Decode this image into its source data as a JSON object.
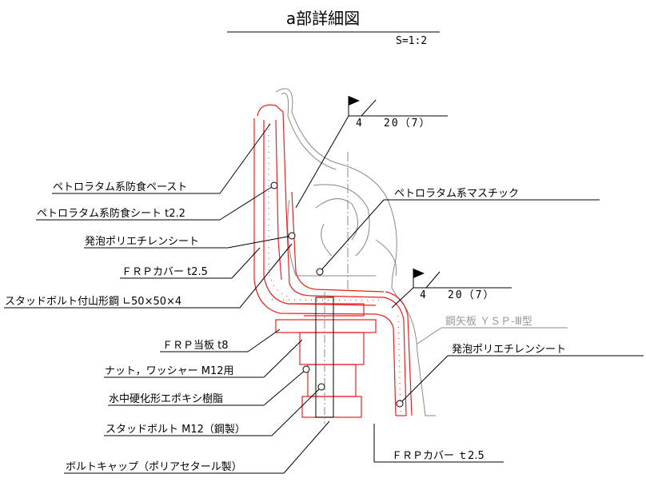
{
  "title": "a部詳細図",
  "scale": "S=1:2",
  "welds": [
    {
      "symbol": "4",
      "spec": "20（7）"
    },
    {
      "symbol": "4",
      "spec": "20（7）"
    }
  ],
  "labels": {
    "petrolatum_paste": "ペトロラタム系防食ペースト",
    "petrolatum_sheet": "ペトロラタム系防食シート t2.2",
    "foam_sheet_left": "発泡ポリエチレンシート",
    "frp_cover_left": "ＦＲＰカバー t2.5",
    "stud_angle": "スタッドボルト付山形鋼 ∟50×50×4",
    "frp_plate": "ＦＲＰ当板 t8",
    "nut_washer": "ナット，ワッシャー M12用",
    "epoxy": "水中硬化形エポキシ樹脂",
    "stud_bolt": "スタッドボルト M12（鋼製）",
    "bolt_cap": "ボルトキャップ（ポリアセタール製）",
    "mastic": "ペトロラタム系マスチック",
    "sheet_pile": "鋼矢板 ＹＳＰ-Ⅲ型",
    "foam_sheet_right": "発泡ポリエチレンシート",
    "frp_cover_right": "ＦＲＰカバー ｔ2.5"
  },
  "colors": {
    "cover_red": "#e8201e",
    "sheet_pile_gray": "#888888",
    "leader_black": "#000000"
  }
}
